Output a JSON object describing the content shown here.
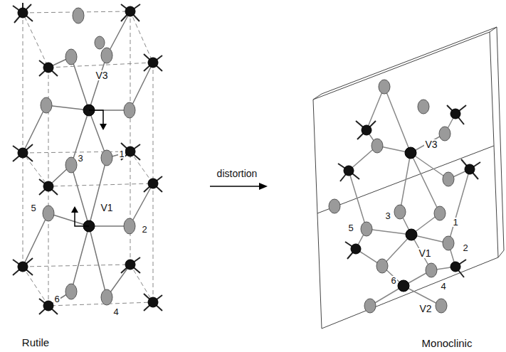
{
  "diagram": {
    "labels": [
      "V3",
      "3",
      "1",
      "5",
      "V1",
      "2",
      "6",
      "4",
      "Rutile",
      "distortion",
      "V3",
      "3",
      "1",
      "5",
      "V1",
      "2",
      "6",
      "4",
      "V2",
      "Monoclinic"
    ]
  }
}
